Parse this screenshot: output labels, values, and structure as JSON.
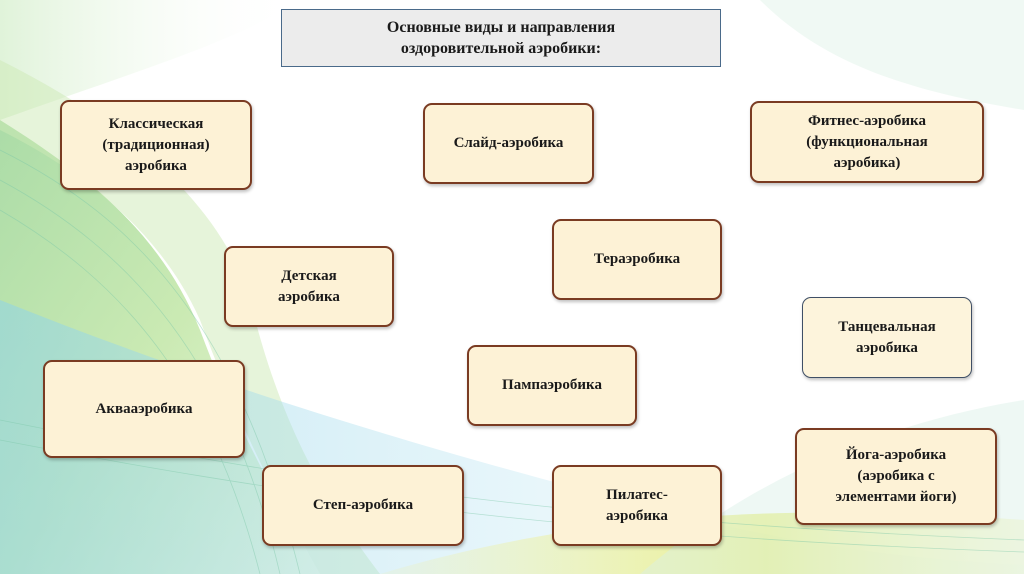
{
  "title": "Основные виды и направления\nоздоровительной аэробики:",
  "nodes": [
    {
      "id": "classic",
      "label": "Классическая\n(традиционная)\nаэробика"
    },
    {
      "id": "slide",
      "label": "Слайд-аэробика"
    },
    {
      "id": "fitness",
      "label": "Фитнес-аэробика\n(функциональная\nаэробика)"
    },
    {
      "id": "tera",
      "label": "Тераэробика"
    },
    {
      "id": "kids",
      "label": "Детская\nаэробика"
    },
    {
      "id": "dance",
      "label": "Танцевальная\nаэробика"
    },
    {
      "id": "pampa",
      "label": "Пампаэробика"
    },
    {
      "id": "aqua",
      "label": "Аквааэробика"
    },
    {
      "id": "yoga",
      "label": "Йога-аэробика\n(аэробика с\nэлементами йоги)"
    },
    {
      "id": "step",
      "label": "Степ-аэробика"
    },
    {
      "id": "pilates",
      "label": "Пилатес-\nаэробика"
    }
  ]
}
